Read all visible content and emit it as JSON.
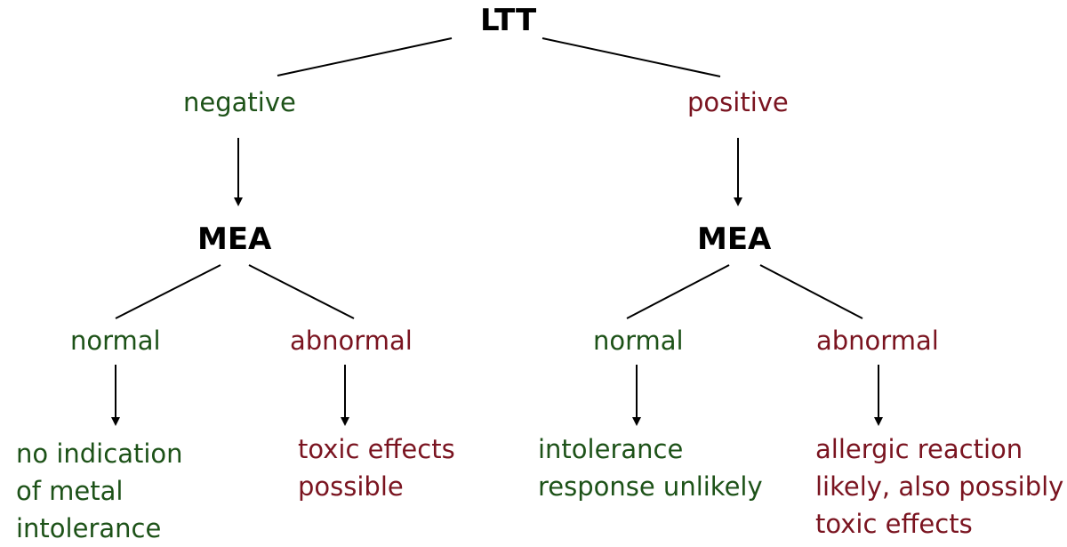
{
  "root": {
    "label": "LTT"
  },
  "left": {
    "result": "negative",
    "test": "MEA",
    "outcomes": [
      {
        "result": "normal",
        "text": [
          "no indication",
          "of metal",
          "intolerance"
        ]
      },
      {
        "result": "abnormal",
        "text": [
          "toxic effects",
          "possible"
        ]
      }
    ]
  },
  "right": {
    "result": "positive",
    "test": "MEA",
    "outcomes": [
      {
        "result": "normal",
        "text": [
          "intolerance",
          "response unlikely"
        ]
      },
      {
        "result": "abnormal",
        "text": [
          "allergic reaction",
          "likely, also possibly",
          "toxic effects"
        ]
      }
    ]
  },
  "colors": {
    "favorable": "#1d5218",
    "unfavorable": "#7a1420",
    "lines": "#000000"
  }
}
